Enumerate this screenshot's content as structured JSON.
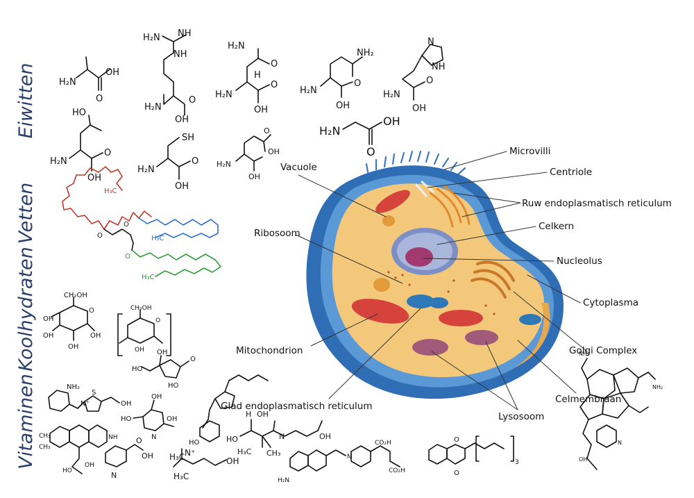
{
  "categories": {
    "proteins": "Eiwitten",
    "fats": "Vetten",
    "carbohydrates": "Koolhydraten",
    "vitamins": "Vitaminen"
  },
  "cell_labels": {
    "microvilli": "Microvilli",
    "centriole": "Centriole",
    "rough_er": "Ruw endoplasmatisch reticulum",
    "nucleus": "Celkern",
    "vacuole": "Vacuole",
    "ribosome": "Ribosoom",
    "nucleolus": "Nucleolus",
    "cytoplasm": "Cytoplasma",
    "mitochondrion": "Mitochondrion",
    "golgi": "Golgi Complex",
    "smooth_er": "Glad endoplasmatisch reticulum",
    "membrane": "Celmembraan",
    "lysosome": "Lysosoom"
  },
  "chem": {
    "h2n": "H₂N",
    "nh2": "NH₂",
    "oh": "OH",
    "o": "O",
    "h": "H",
    "nh": "NH",
    "n": "N",
    "sh": "SH",
    "ho": "HO",
    "h3c": "H₃C",
    "ch2oh": "CH₂OH",
    "co2h": "CO₂H",
    "ch3": "CH₃",
    "nplus": "N⁺",
    "s": "S",
    "three": "3"
  },
  "colors": {
    "heading": "#2c3e6b",
    "oleic": "#c0392b",
    "palmitic": "#2e6fd1",
    "linoleic": "#2e9e3a",
    "membrane": "#2f6eb5",
    "cytoplasm": "#f3c87a"
  }
}
